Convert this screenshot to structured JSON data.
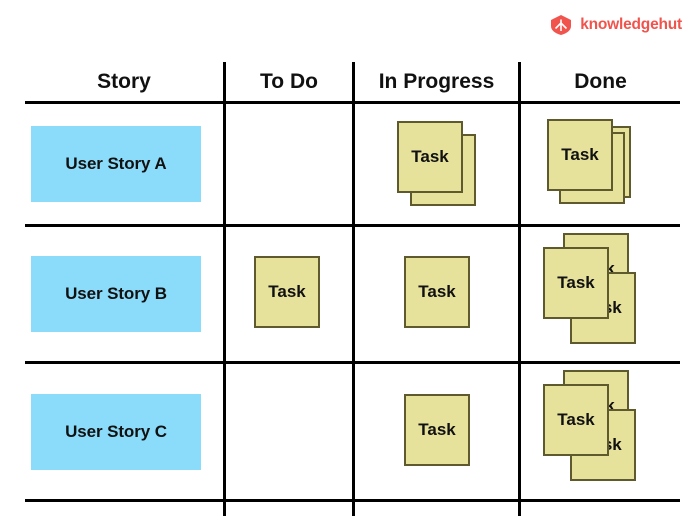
{
  "brand": {
    "name": "knowledgehut",
    "mark_icon": "knowledgehut-logo-icon",
    "color": "#F0544C"
  },
  "board": {
    "columns": [
      {
        "key": "story",
        "label": "Story"
      },
      {
        "key": "todo",
        "label": "To Do"
      },
      {
        "key": "in_progress",
        "label": "In Progress"
      },
      {
        "key": "done",
        "label": "Done"
      }
    ],
    "task_label": "Task",
    "colors": {
      "story_chip": "#8BDCFA",
      "task_card": "#E6E19B",
      "task_border": "#5E5A2E",
      "rule": "#000000",
      "text": "#111111"
    },
    "rows": [
      {
        "story": "User Story A",
        "todo_count": 0,
        "in_progress_count": 2,
        "done_count": 3,
        "done_layout": "stack"
      },
      {
        "story": "User Story B",
        "todo_count": 1,
        "in_progress_count": 1,
        "done_count": 3,
        "done_layout": "fan"
      },
      {
        "story": "User Story C",
        "todo_count": 0,
        "in_progress_count": 1,
        "done_count": 3,
        "done_layout": "fan"
      }
    ]
  }
}
